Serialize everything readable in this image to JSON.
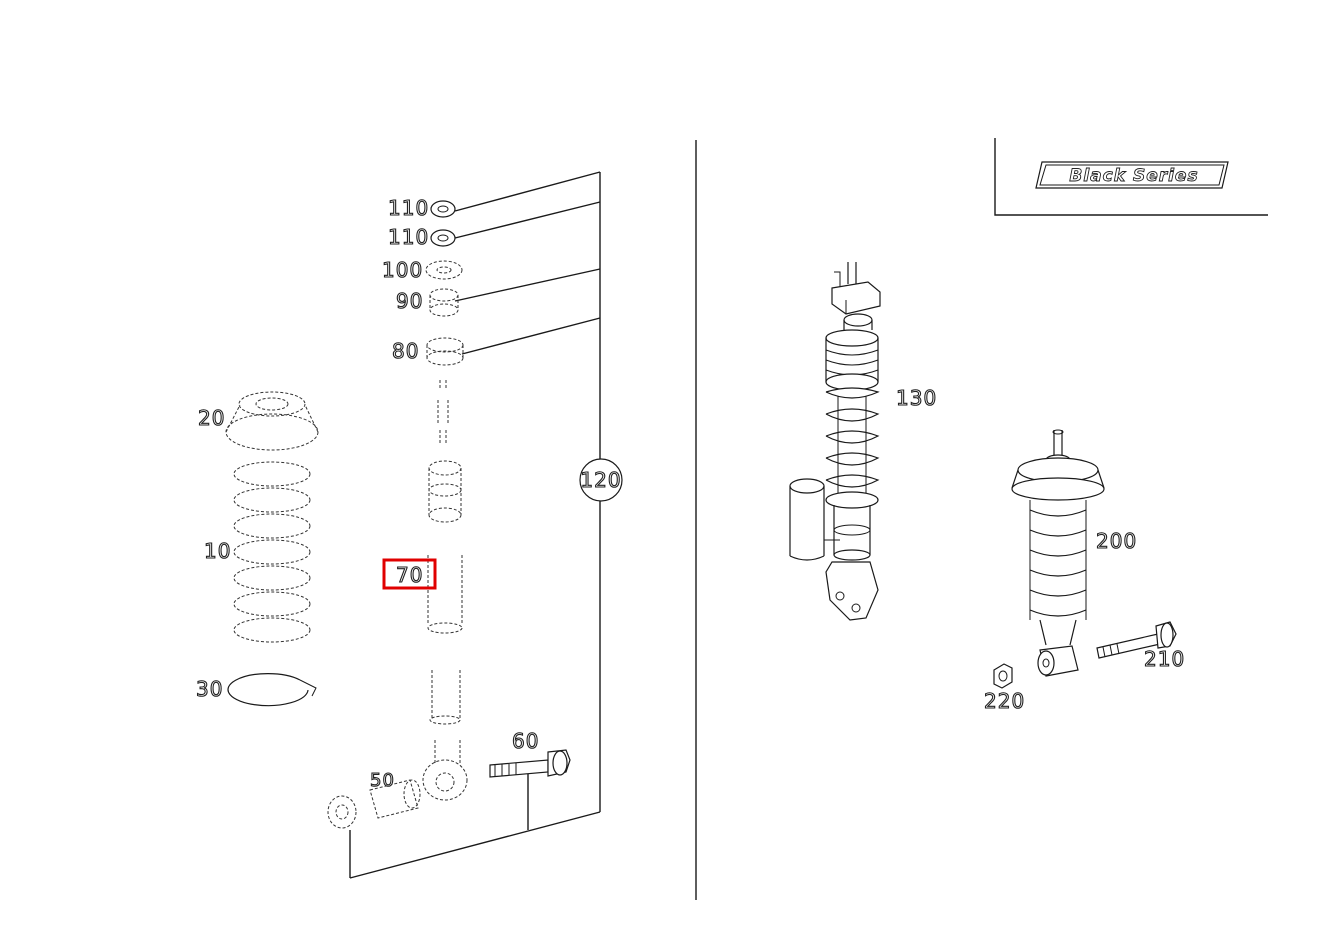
{
  "badge": {
    "text": "Black Series"
  },
  "labels": {
    "n120": "120",
    "n130": "130",
    "n200": "200",
    "n210": "210",
    "n220": "220",
    "n60": "60",
    "n30": "30",
    "n110a": "110",
    "n110b": "110",
    "n100": "100",
    "n90": "90",
    "n80": "80",
    "n20": "20",
    "n10": "10",
    "n70": "70",
    "n50": "50"
  },
  "highlight": {
    "label": "70",
    "color": "#e00000"
  }
}
